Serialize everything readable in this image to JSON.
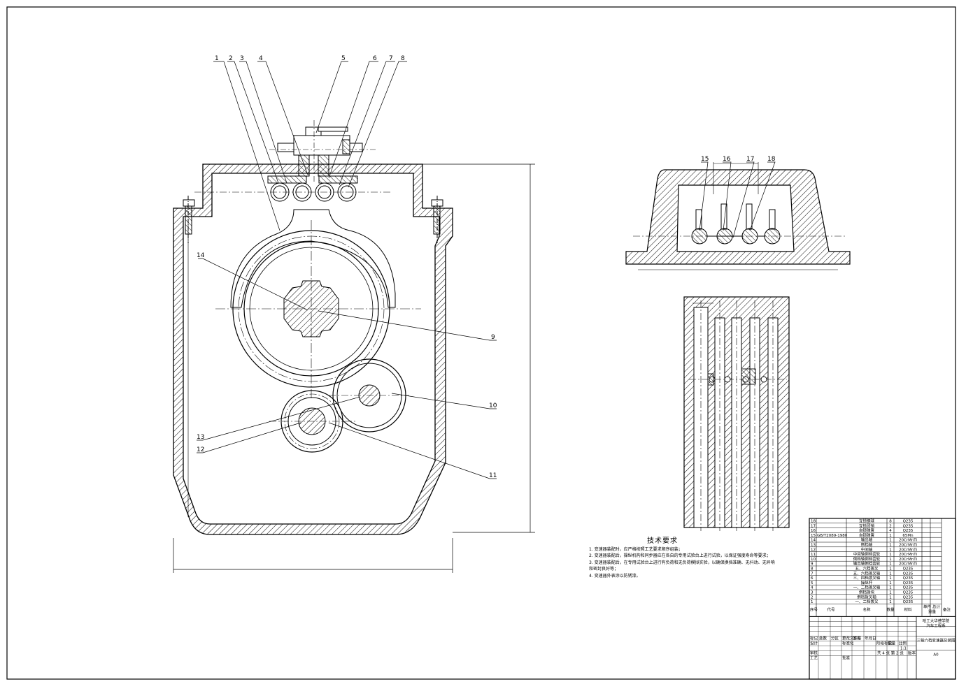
{
  "balloons": [
    {
      "n": "1"
    },
    {
      "n": "2"
    },
    {
      "n": "3"
    },
    {
      "n": "4"
    },
    {
      "n": "5"
    },
    {
      "n": "6"
    },
    {
      "n": "7"
    },
    {
      "n": "8"
    },
    {
      "n": "9"
    },
    {
      "n": "10"
    },
    {
      "n": "11"
    },
    {
      "n": "12"
    },
    {
      "n": "13"
    },
    {
      "n": "14"
    },
    {
      "n": "15"
    },
    {
      "n": "16"
    },
    {
      "n": "17"
    },
    {
      "n": "18"
    }
  ],
  "tech_requirements": {
    "title": "技术要求",
    "lines": [
      "1. 变速器装配时，应严格按照工艺要求顺序组装；",
      "2. 变速器装配后，操纵机构和同步器应在各自的专用试验台上进行试验，以保证强度寿命等要求；",
      "3. 变速器装配后，在专用试验台上进行有负荷和无负荷模拟实验，以确保换挡准确、无抖动、无异响",
      "   和密封良好等；",
      "4. 变速器外表涂以防锈漆。"
    ]
  },
  "bom": {
    "rows": [
      {
        "no": "18",
        "code": "",
        "name": "互锁钢球",
        "qty": "8",
        "mat": "Q235"
      },
      {
        "no": "17",
        "code": "",
        "name": "互锁顶销",
        "qty": "2",
        "mat": "Q235"
      },
      {
        "no": "16",
        "code": "",
        "name": "自锁弹簧",
        "qty": "4",
        "mat": "Q235"
      },
      {
        "no": "15",
        "code": "GB/T2089-1980",
        "name": "自锁弹簧",
        "qty": "1",
        "mat": "65Mn"
      },
      {
        "no": "14",
        "code": "",
        "name": "输出轴",
        "qty": "1",
        "mat": "20CrMnTi"
      },
      {
        "no": "13",
        "code": "",
        "name": "倒档轴",
        "qty": "1",
        "mat": "20CrMnTi"
      },
      {
        "no": "12",
        "code": "",
        "name": "中间轴",
        "qty": "1",
        "mat": "20CrMnTi"
      },
      {
        "no": "11",
        "code": "",
        "name": "中间轴倒档齿轮",
        "qty": "1",
        "mat": "20CrMnTi"
      },
      {
        "no": "10",
        "code": "",
        "name": "倒档轴倒档齿轮",
        "qty": "1",
        "mat": "20CrMnTi"
      },
      {
        "no": "9",
        "code": "",
        "name": "输出轴倒档齿轮",
        "qty": "1",
        "mat": "20CrMnTi"
      },
      {
        "no": "8",
        "code": "",
        "name": "五、六档拨叉",
        "qty": "1",
        "mat": "Q235"
      },
      {
        "no": "7",
        "code": "",
        "name": "五、六档拨叉轴",
        "qty": "1",
        "mat": "Q235"
      },
      {
        "no": "6",
        "code": "",
        "name": "三、四档拨叉轴",
        "qty": "1",
        "mat": "Q235"
      },
      {
        "no": "5",
        "code": "",
        "name": "操纵杆",
        "qty": "1",
        "mat": "Q235"
      },
      {
        "no": "4",
        "code": "",
        "name": "一、二档拨叉轴",
        "qty": "1",
        "mat": "Q235"
      },
      {
        "no": "3",
        "code": "",
        "name": "倒档拨块",
        "qty": "1",
        "mat": "Q235"
      },
      {
        "no": "2",
        "code": "",
        "name": "倒档拨叉轴",
        "qty": "1",
        "mat": "Q235"
      },
      {
        "no": "1",
        "code": "",
        "name": "一、二档拨叉",
        "qty": "1",
        "mat": "Q235"
      }
    ],
    "header": {
      "no": "序号",
      "code": "代号",
      "name": "名称",
      "qty": "数量",
      "mat": "材料",
      "unit_w": "单件",
      "total_w": "总计",
      "weight": "重量",
      "remark": "备注"
    },
    "school": "哈工大华德学院",
    "dept": "汽车工程系",
    "drawing_title": "三轴六档变速器总装图",
    "scale": "1:1",
    "sheets": "共 4 张  第 2 张",
    "sheet_size": "A0",
    "labels": {
      "marker": "标记",
      "count": "处数",
      "zone": "分区",
      "change_doc": "更改文件号",
      "sign": "签名",
      "date": "年月日",
      "design": "设计",
      "standard": "标准化",
      "stage_mark": "阶段标记",
      "weight": "重量",
      "scale": "比例",
      "review": "审核",
      "process": "工艺",
      "approve": "批准",
      "version": "版本"
    }
  }
}
